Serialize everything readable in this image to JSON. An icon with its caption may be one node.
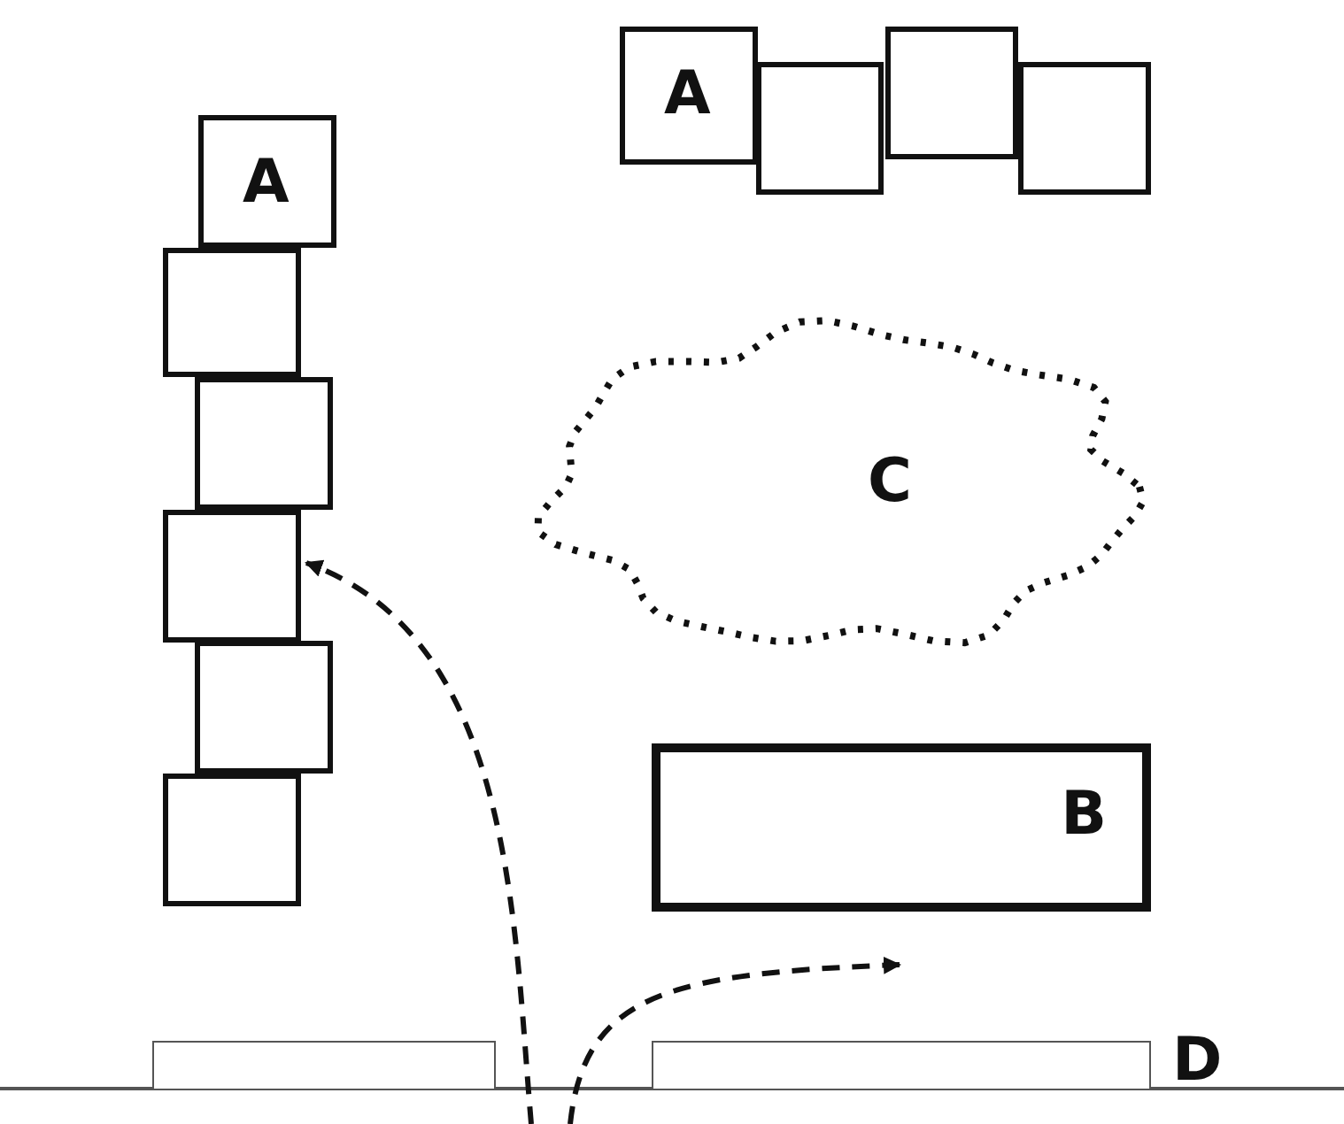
{
  "diagram": {
    "nodes": [
      {
        "text": [
          "A"
        ]
      },
      {
        "text": [],
        "shape": "box"
      },
      {
        "text": [],
        "shape": "box"
      },
      {
        "text": [],
        "shape": "box"
      },
      {
        "text": [
          "A"
        ]
      },
      {
        "text": [],
        "shape": "box"
      },
      {
        "text": [],
        "shape": "box"
      },
      {
        "text": [],
        "shape": "box"
      },
      {
        "text": [],
        "shape": "box"
      },
      {
        "text": [],
        "shape": "box"
      },
      {
        "text": [
          "C"
        ]
      },
      {
        "text": [
          "B"
        ]
      },
      {
        "text": [],
        "shape": "bar"
      },
      {
        "text": [],
        "shape": "bar"
      }
    ],
    "edges": [
      {
        "from": null,
        "to": 7,
        "arrow": "to",
        "style": "dashed"
      }
    ],
    "labels": [
      "D"
    ]
  }
}
